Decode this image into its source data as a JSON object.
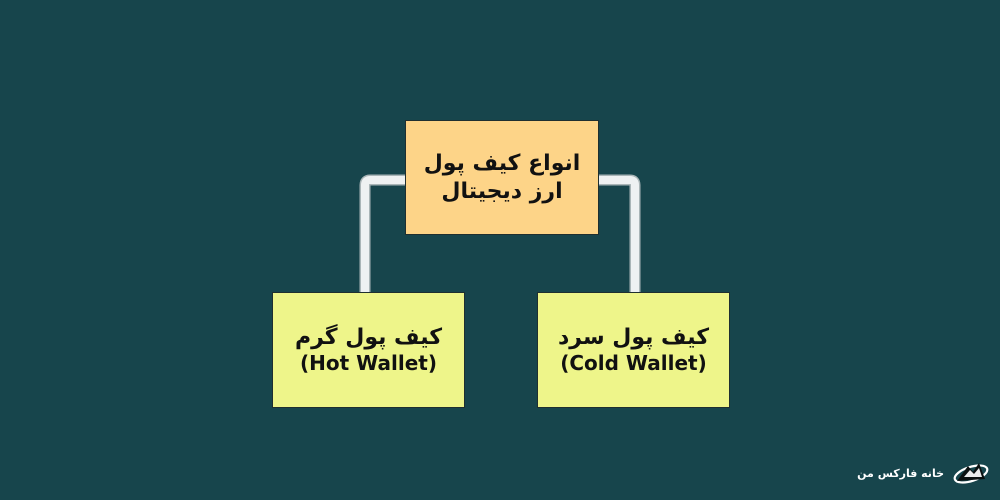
{
  "diagram": {
    "root": {
      "line1": "انواع کیف پول",
      "line2": "ارز دیجیتال"
    },
    "children": [
      {
        "line1": "کیف پول گرم",
        "line2": "(Hot Wallet)"
      },
      {
        "line1": "کیف پول سرد",
        "line2": "(Cold Wallet)"
      }
    ]
  },
  "brand": {
    "text": "خانه فارکس من"
  },
  "colors": {
    "background": "#17454c",
    "root_box": "#fdd488",
    "leaf_box": "#eef58a",
    "connector": "#eef1f2"
  }
}
